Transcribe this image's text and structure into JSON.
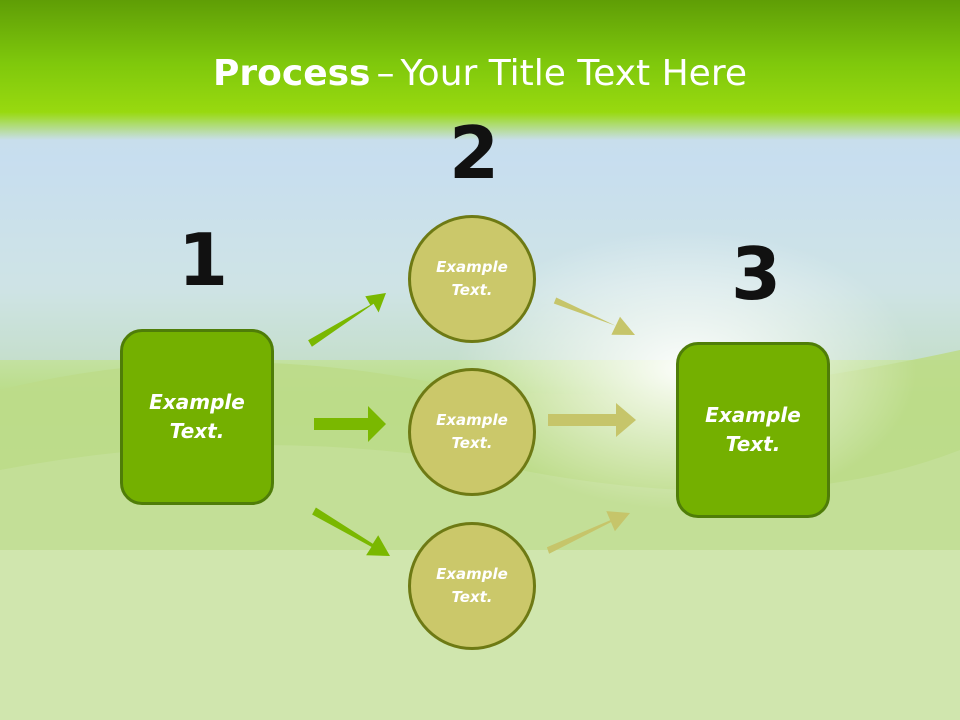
{
  "title": {
    "bold": "Process",
    "dash": "–",
    "rest": "Your Title Text Here"
  },
  "steps": {
    "one": "1",
    "two": "2",
    "three": "3"
  },
  "left_box": {
    "text": "Example\nText."
  },
  "circles": [
    {
      "text": "Example\nText."
    },
    {
      "text": "Example\nText."
    },
    {
      "text": "Example\nText."
    }
  ],
  "right_box": {
    "text": "Example\nText."
  },
  "colors": {
    "title_bar": "#7fc80c",
    "box_fill": "#74b000",
    "circle_fill": "#cbc86a",
    "arrow_left": "#7ab800",
    "arrow_right": "#c6c56a"
  }
}
